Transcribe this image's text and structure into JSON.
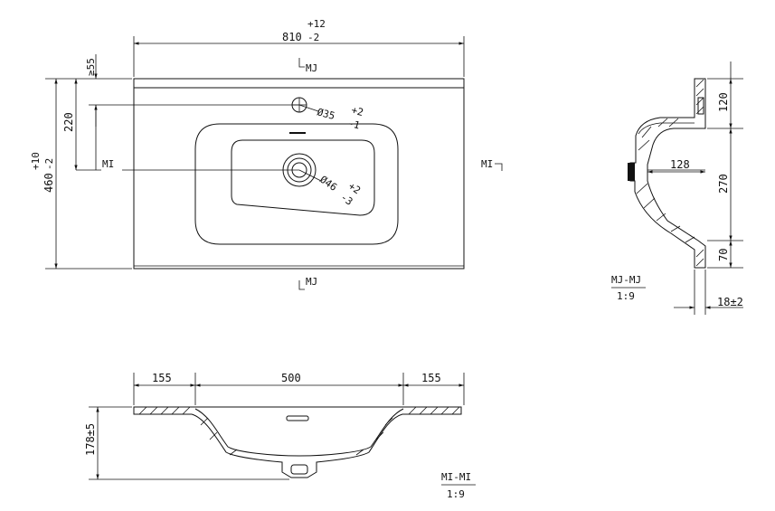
{
  "top_view": {
    "width_dim": {
      "nominal": "810",
      "tol_plus": "+12",
      "tol_minus": "-2"
    },
    "height_dim": {
      "nominal": "460",
      "tol_plus": "+10",
      "tol_minus": "-2"
    },
    "tap_offset_dim": "220",
    "rim_dim": "≥55",
    "tap_hole_dim": {
      "nominal": "Ø35",
      "tol_plus": "+2",
      "tol_minus": "-1"
    },
    "drain_hole_dim": {
      "nominal": "Ø46",
      "tol_plus": "+2",
      "tol_minus": "-3"
    },
    "section_mi_label": "MI",
    "section_mj_label": "MJ"
  },
  "side_section": {
    "title": "MJ-MJ",
    "scale": "1:9",
    "depth_dim": "128",
    "height_dims": [
      "120",
      "270",
      "70"
    ],
    "rim_thickness_dim": "18±2"
  },
  "front_section": {
    "title": "MI-MI",
    "scale": "1:9",
    "width_dims": [
      "155",
      "500",
      "155"
    ],
    "height_dim": "178±5"
  }
}
